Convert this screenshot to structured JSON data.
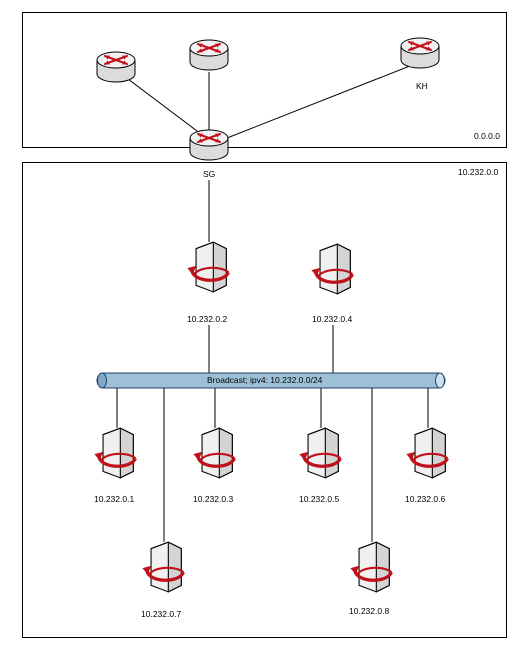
{
  "zones": {
    "top": {
      "label": "0.0.0.0"
    },
    "bottom": {
      "label": "10.232.0.0"
    }
  },
  "routers": {
    "r1": {
      "label": ""
    },
    "r2": {
      "label": ""
    },
    "kh": {
      "label": "KH"
    },
    "sg": {
      "label": "SG"
    }
  },
  "bus": {
    "label": "Broadcast; ipv4: 10.232.0.0/24"
  },
  "servers": {
    "s2": {
      "label": "10.232.0.2"
    },
    "s4": {
      "label": "10.232.0.4"
    },
    "s1": {
      "label": "10.232.0.1"
    },
    "s3": {
      "label": "10.232.0.3"
    },
    "s5": {
      "label": "10.232.0.5"
    },
    "s6": {
      "label": "10.232.0.6"
    },
    "s7": {
      "label": "10.232.0.7"
    },
    "s8": {
      "label": "10.232.0.8"
    }
  },
  "colors": {
    "router_body": "#e9e9e9",
    "arrow_red": "#c0101a",
    "server_body": "#ececec",
    "bus_fill": "#9dbfd8",
    "bus_stroke": "#1f3f66"
  }
}
